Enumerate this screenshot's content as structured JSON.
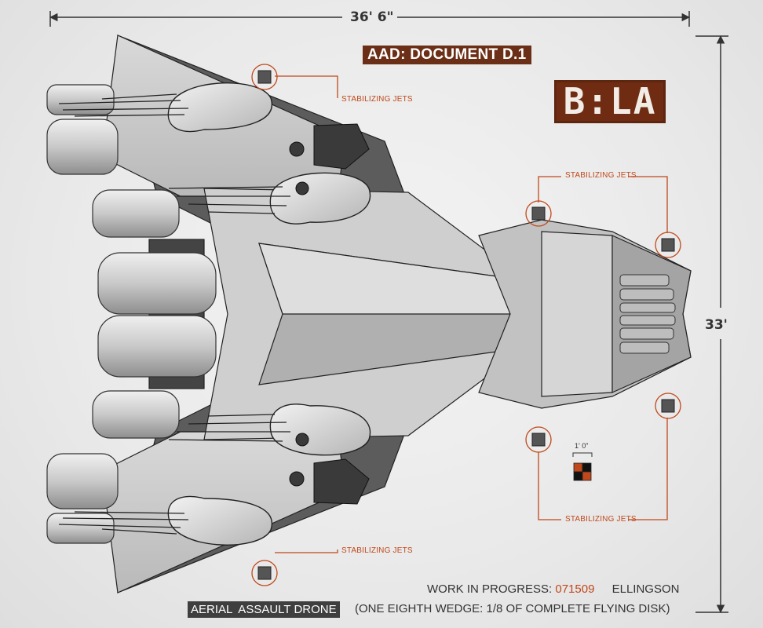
{
  "dimensions": {
    "width": "36' 6\"",
    "height": "33'"
  },
  "title": "AAD: DOCUMENT D.1",
  "logo_text": "B:LA",
  "callouts": [
    "STABILIZING JETS",
    "STABILIZING JETS",
    "STABILIZING JETS",
    "STABILIZING JETS"
  ],
  "scale": {
    "label": "1' 0\""
  },
  "footer": {
    "wip_label": "WORK IN PROGRESS:",
    "wip_number": "071509",
    "author": "ELLINGSON",
    "drone_label": "AERIAL  ASSAULT DRONE",
    "wedge_note": "(ONE EIGHTH WEDGE: 1/8 OF COMPLETE FLYING DISK)"
  },
  "colors": {
    "accent": "#c0481b",
    "brand": "#6f2c12",
    "body": "#c8c8c8"
  }
}
